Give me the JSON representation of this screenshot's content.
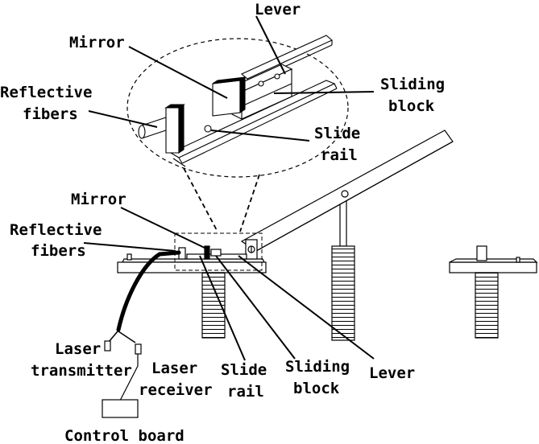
{
  "diagram": {
    "labels": {
      "lever_top": "Lever",
      "mirror_top": "Mirror",
      "reflective_top_1": "Reflective",
      "reflective_top_2": "fibers",
      "sliding_top_1": "Sliding",
      "sliding_top_2": "block",
      "slide_top_1": "Slide",
      "slide_top_2": "rail",
      "mirror_main": "Mirror",
      "reflective_main_1": "Reflective",
      "reflective_main_2": "fibers",
      "laser_tx_1": "Laser",
      "laser_tx_2": "transmitter",
      "laser_rx_1": "Laser",
      "laser_rx_2": "receiver",
      "slide_main_1": "Slide",
      "slide_main_2": "rail",
      "sliding_main_1": "Sliding",
      "sliding_main_2": "block",
      "lever_main": "Lever",
      "control_board": "Control board"
    }
  }
}
